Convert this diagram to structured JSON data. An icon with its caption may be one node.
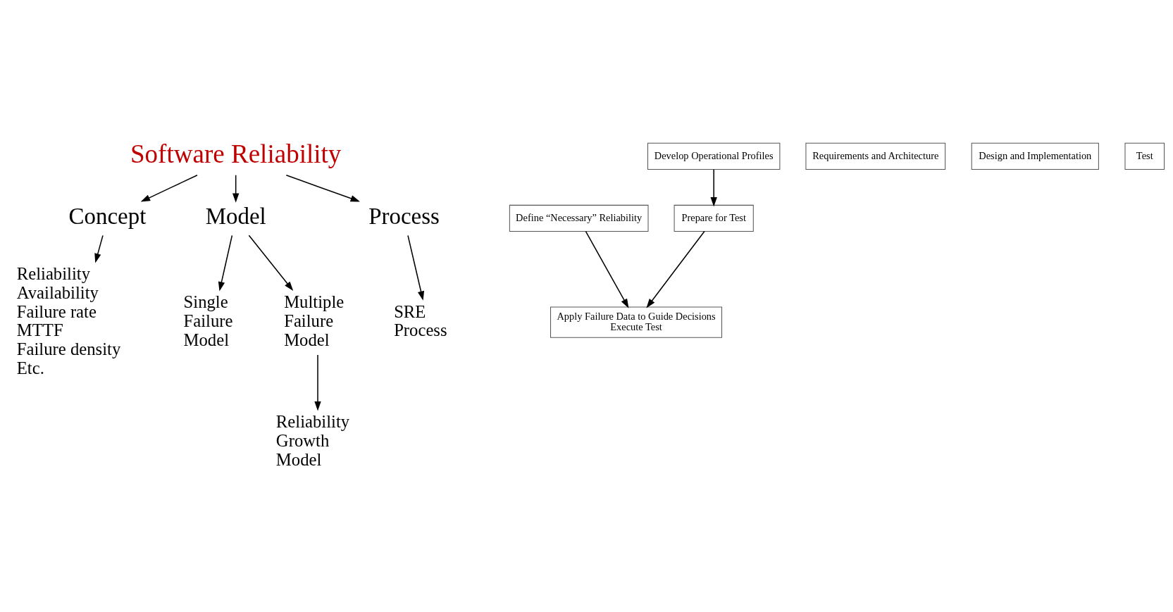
{
  "diagram": {
    "nodes": [
      {
        "text": [
          "Software Reliability"
        ]
      },
      {
        "text": [
          "Concept"
        ]
      },
      {
        "text": [
          "Model"
        ]
      },
      {
        "text": [
          "Process"
        ]
      },
      {
        "text": [
          "Reliability",
          "Availability",
          "Failure rate",
          "MTTF",
          "Failure density",
          "Etc."
        ]
      },
      {
        "text": [
          "Single Failure Model"
        ]
      },
      {
        "text": [
          "Multiple Failure Model"
        ]
      },
      {
        "text": [
          "SRE Process"
        ]
      },
      {
        "text": [
          "Reliability Growth Model"
        ]
      },
      {
        "text": [
          "Define “Necessary” Reliability"
        ]
      },
      {
        "text": [
          "Develop Operational Profiles"
        ]
      },
      {
        "text": [
          "Prepare for Test"
        ]
      },
      {
        "text": [
          "Apply Failure Data to Guide Decisions",
          "Execute Test"
        ]
      },
      {
        "text": [
          "Requirements and Architecture"
        ]
      },
      {
        "text": [
          "Design and Implementation"
        ]
      },
      {
        "text": [
          "Test"
        ]
      }
    ],
    "edges": [
      {
        "from": 0,
        "to": 1,
        "arrow": "to"
      },
      {
        "from": 0,
        "to": 2,
        "arrow": "to"
      },
      {
        "from": 0,
        "to": 3,
        "arrow": "to"
      },
      {
        "from": 1,
        "to": 4,
        "arrow": "to"
      },
      {
        "from": 2,
        "to": 5,
        "arrow": "to"
      },
      {
        "from": 2,
        "to": 6,
        "arrow": "to"
      },
      {
        "from": 3,
        "to": 7,
        "arrow": "to"
      },
      {
        "from": 6,
        "to": 8,
        "arrow": "to"
      },
      {
        "from": 10,
        "to": 11,
        "arrow": "to"
      },
      {
        "from": 11,
        "to": 12,
        "arrow": "to"
      },
      {
        "from": 9,
        "to": 12,
        "arrow": "to"
      }
    ]
  }
}
